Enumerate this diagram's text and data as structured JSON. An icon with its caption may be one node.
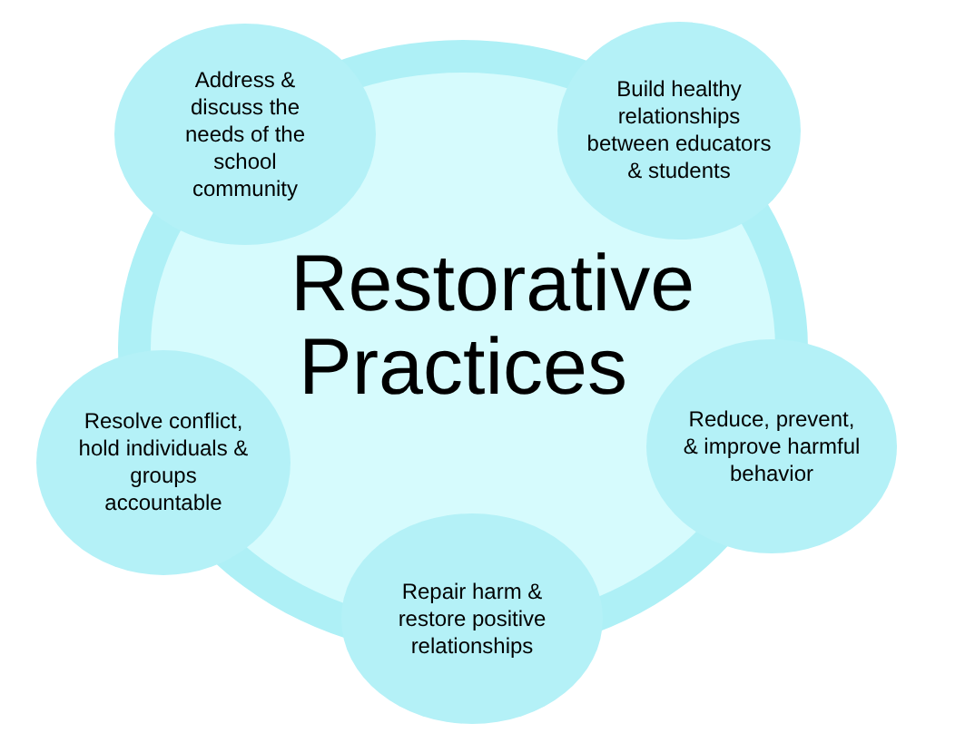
{
  "diagram": {
    "nodes": [
      {
        "text": [
          "Restorative Practices"
        ]
      },
      {
        "text": [
          "Address & discuss the needs of the school community"
        ]
      },
      {
        "text": [
          "Build healthy relationships between educators & students"
        ]
      },
      {
        "text": [
          "Reduce, prevent, & improve harmful behavior"
        ]
      },
      {
        "text": [
          "Repair harm & restore positive relationships"
        ]
      },
      {
        "text": [
          "Resolve conflict, hold individuals & groups accountable"
        ]
      }
    ]
  }
}
